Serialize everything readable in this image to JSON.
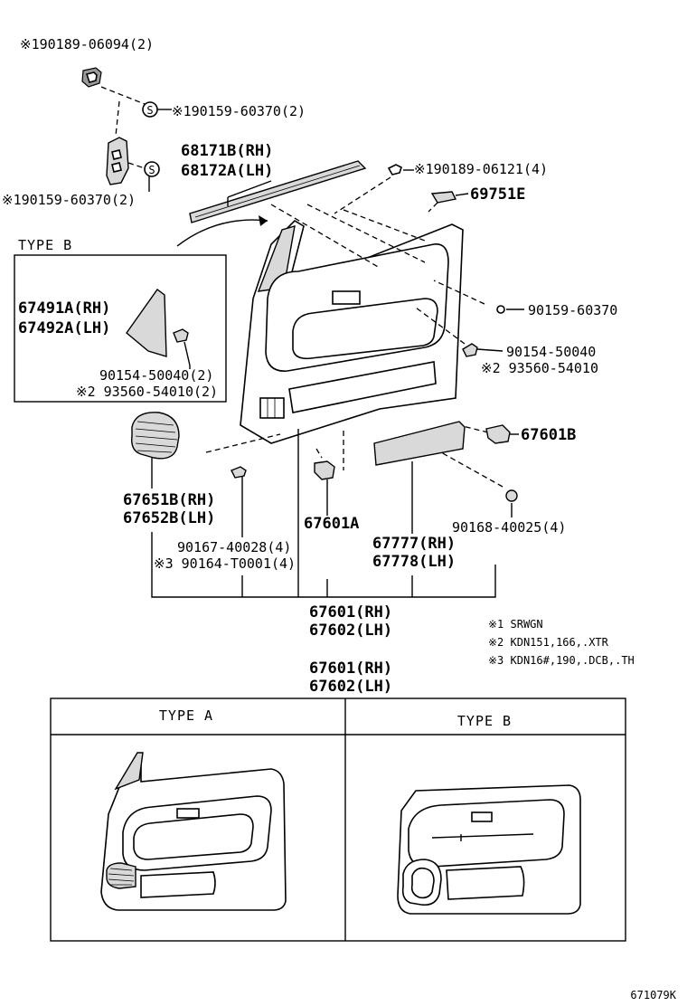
{
  "labels": {
    "p190189_06094": "※190189-06094(2)",
    "p190159_60370_a": "※190159-60370(2)",
    "p190159_60370_b": "※190159-60370(2)",
    "p68171b": "68171B(RH)",
    "p68172a": "68172A(LH)",
    "p190189_06121": "※190189-06121(4)",
    "p69751e": "69751E",
    "type_b_inset": "TYPE B",
    "p67491a": "67491A(RH)",
    "p67492a": "67492A(LH)",
    "p90154_50040_2": "90154-50040(2)",
    "p93560_54010_2": "※2 93560-54010(2)",
    "p90159_60370": "90159-60370",
    "p90154_50040": "90154-50040",
    "p93560_54010": "※2 93560-54010",
    "p67601b": "67601B",
    "p67651b": "67651B(RH)",
    "p67652b": "67652B(LH)",
    "p67601a": "67601A",
    "p90168_40025": "90168-40025(4)",
    "p67777": "67777(RH)",
    "p67778": "67778(LH)",
    "p90167_40028": "90167-40028(4)",
    "p90164_t0001": "※3 90164-T0001(4)",
    "p67601_rh": "67601(RH)",
    "p67602_lh": "67602(LH)",
    "p67601_rh_2": "67601(RH)",
    "p67602_lh_2": "67602(LH)"
  },
  "notes": [
    "※1 SRWGN",
    "※2 KDN151,166,.XTR",
    "※3 KDN16#,190,.DCB,.TH"
  ],
  "table": {
    "headers": [
      "TYPE A",
      "TYPE B"
    ]
  },
  "footer": {
    "diagram_code": "671079K"
  },
  "icons": {
    "screw_marker": "S"
  }
}
